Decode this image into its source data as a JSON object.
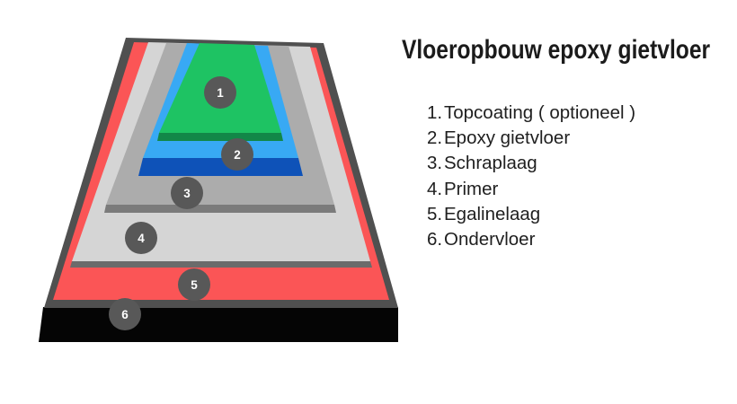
{
  "title": "Vloeropbouw epoxy gietvloer",
  "legend": {
    "items": [
      {
        "prefix": "1.",
        "label": "Topcoating ( optioneel )"
      },
      {
        "prefix": "2.",
        "label": "Epoxy gietvloer"
      },
      {
        "prefix": "3.",
        "label": "Schraplaag"
      },
      {
        "prefix": "4.",
        "label": "Primer"
      },
      {
        "prefix": "5.",
        "label": "Egalinelaag"
      },
      {
        "prefix": "6.",
        "label": "Ondervloer"
      }
    ]
  },
  "diagram": {
    "markers": [
      "1",
      "2",
      "3",
      "4",
      "5",
      "6"
    ],
    "marker_color": "#585858",
    "marker_text_color": "#ffffff",
    "layers": [
      {
        "name": "topcoating",
        "surface": "#1EC363",
        "edge": "#128748"
      },
      {
        "name": "epoxy-gietvloer",
        "surface": "#38A9F4",
        "edge": "#0E52B8"
      },
      {
        "name": "schraplaag",
        "surface": "#ACACAC",
        "edge": "#7B7B7B"
      },
      {
        "name": "primer",
        "surface": "#D5D5D5",
        "edge": "#6B6B6B"
      },
      {
        "name": "egalinelaag",
        "surface": "#FB5556",
        "edge": "#505050"
      },
      {
        "name": "ondervloer",
        "surface": "#050505",
        "edge": "#050505"
      }
    ]
  }
}
